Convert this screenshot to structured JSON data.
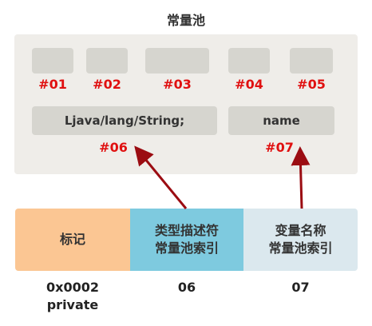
{
  "title": "常量池",
  "pool": {
    "slots": [
      {
        "index": "#01",
        "text": ""
      },
      {
        "index": "#02",
        "text": ""
      },
      {
        "index": "#03",
        "text": ""
      },
      {
        "index": "#04",
        "text": ""
      },
      {
        "index": "#05",
        "text": ""
      },
      {
        "index": "#06",
        "text": "Ljava/lang/String;"
      },
      {
        "index": "#07",
        "text": "name"
      }
    ]
  },
  "fields": [
    {
      "label": "标记",
      "value": "0x0002\nprivate",
      "color": "#fbc693"
    },
    {
      "label": "类型描述符\n常量池索引",
      "value": "06",
      "color": "#7ecadf"
    },
    {
      "label": "变量名称\n常量池索引",
      "value": "07",
      "color": "#dbe8ee"
    }
  ],
  "colors": {
    "index": "#e01010",
    "arrow": "#9b0c12",
    "pool_bg": "#efede9",
    "slot_bg": "#d6d5cf"
  }
}
